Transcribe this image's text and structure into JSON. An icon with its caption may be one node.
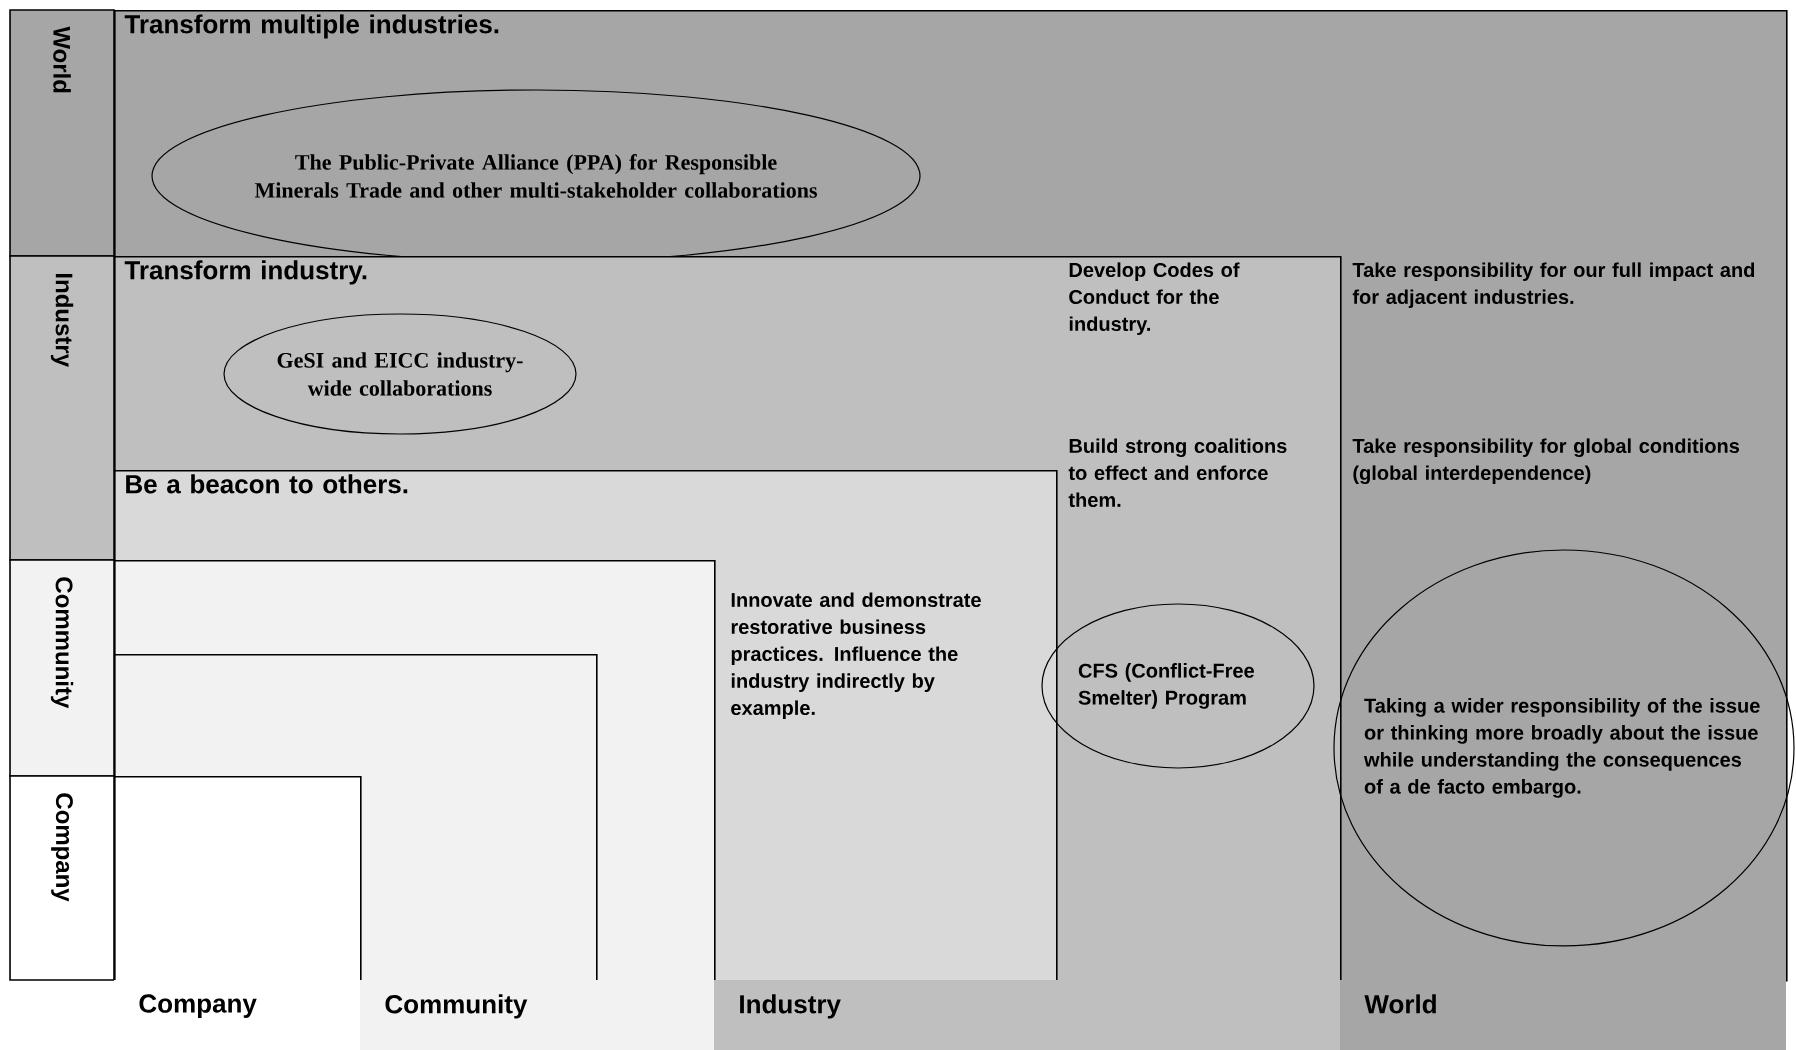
{
  "diagram": {
    "nodes": [
      {
        "text": [
          "Transform multiple industries.",
          "Take responsibility for our full impact and for adjacent industries.",
          "Take responsibility for global conditions (global interdependence)"
        ]
      },
      {
        "text": [
          "The Public-Private Alliance (PPA) for Responsible Minerals Trade and other multi-stakeholder collaborations"
        ],
        "in": 0
      },
      {
        "text": [
          "Transform industry.",
          "Develop Codes of Conduct for the industry.",
          "Build strong coalitions to effect and enforce them."
        ],
        "in": 0
      },
      {
        "text": [
          "GeSI and EICC industry-wide collaborations"
        ],
        "in": 2
      },
      {
        "text": [
          "Be a beacon to others.",
          "Innovate and demonstrate restorative business practices. Influence the industry indirectly by example."
        ],
        "in": 2
      },
      {
        "text": [],
        "shape": "box",
        "in": 4
      },
      {
        "text": [],
        "shape": "box",
        "in": 5
      },
      {
        "text": [],
        "shape": "box",
        "in": 6
      },
      {
        "text": [
          "CFS (Conflict-Free Smelter) Program"
        ],
        "in": 2
      },
      {
        "text": [
          "Taking a wider responsibility of the issue or thinking more broadly about the issue while understanding the consequences of a de facto embargo."
        ],
        "in": 0
      }
    ],
    "labels": [
      "World",
      "Industry",
      "Community",
      "Company",
      "Company",
      "Community",
      "Industry",
      "World"
    ]
  }
}
